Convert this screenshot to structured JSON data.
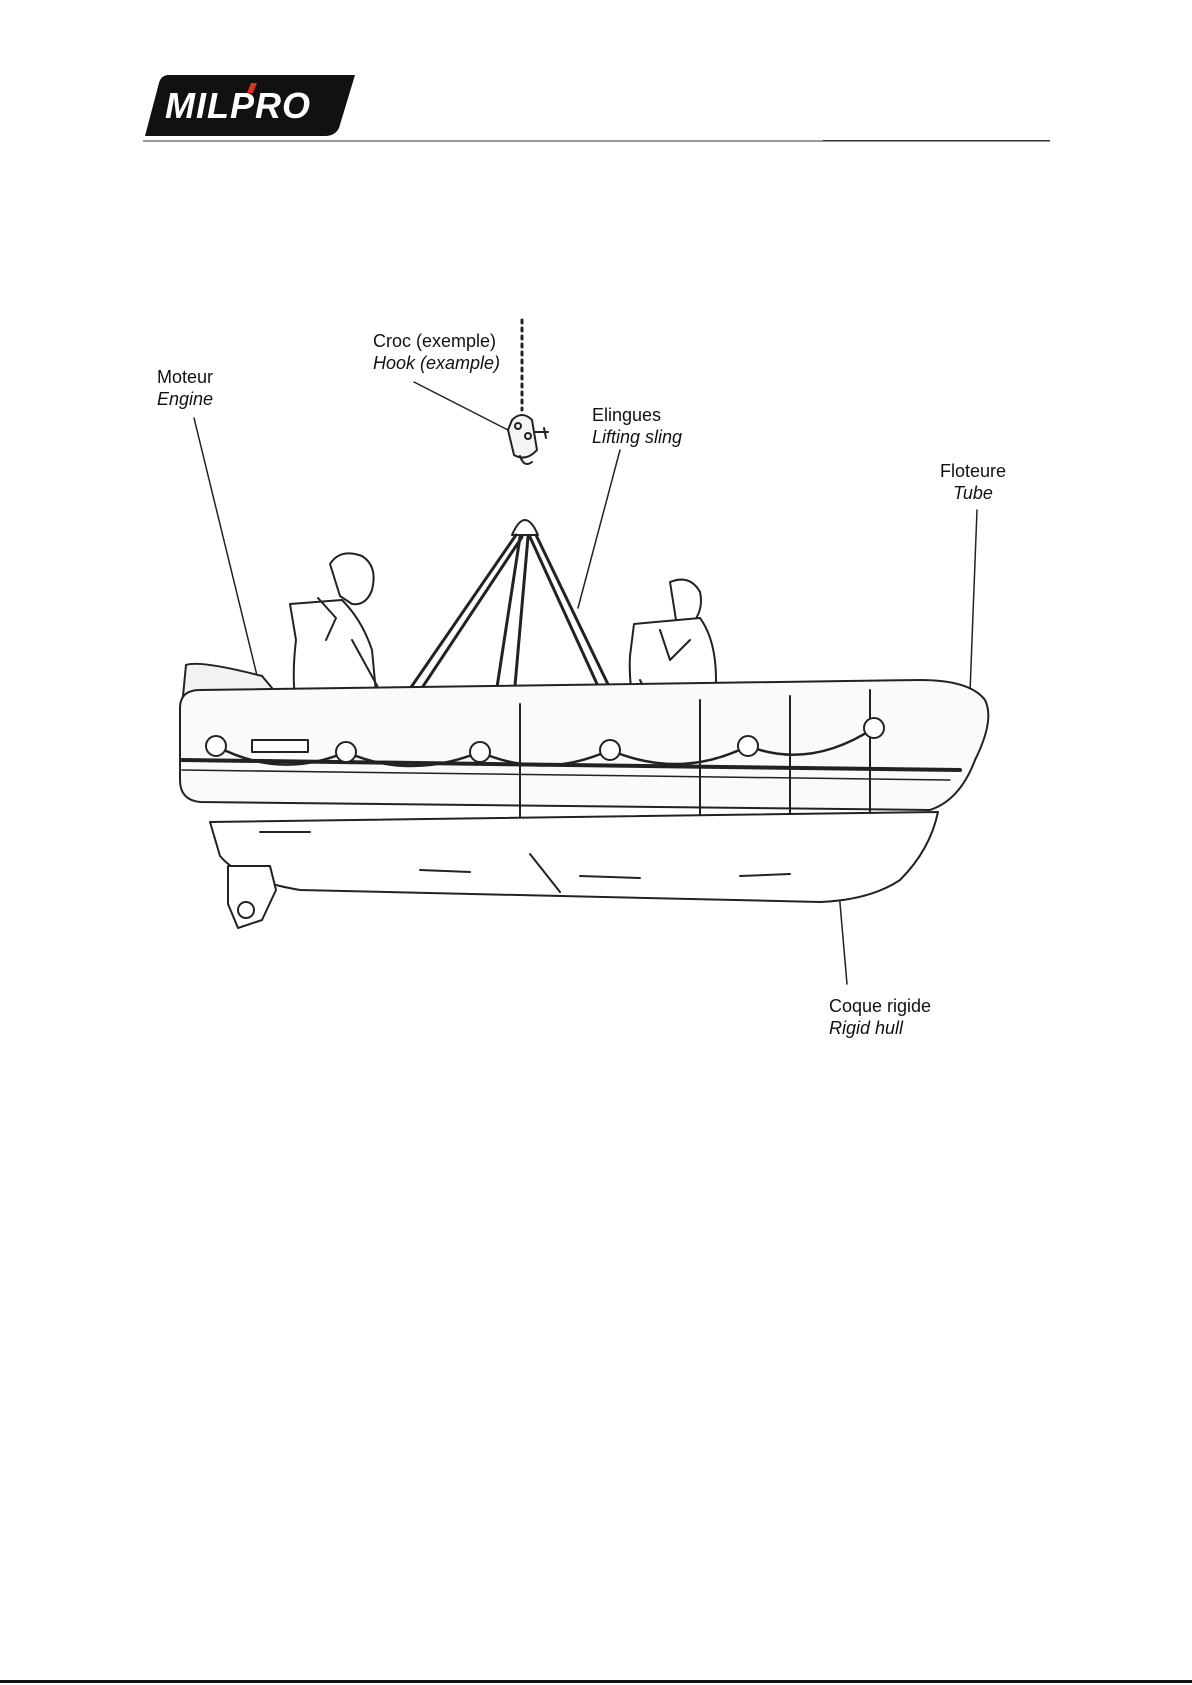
{
  "brand": {
    "logo_text": "MILPRO",
    "accent_color": "#e0301e",
    "logo_color": "#111111"
  },
  "labels": {
    "engine": {
      "fr": "Moteur",
      "en": "Engine"
    },
    "hook": {
      "fr": "Croc (exemple)",
      "en": "Hook (example)"
    },
    "sling": {
      "fr": "Elingues",
      "en": "Lifting sling"
    },
    "tube": {
      "fr": "Floteure",
      "en": "Tube"
    },
    "hull": {
      "fr": "Coque rigide",
      "en": "Rigid hull"
    }
  }
}
